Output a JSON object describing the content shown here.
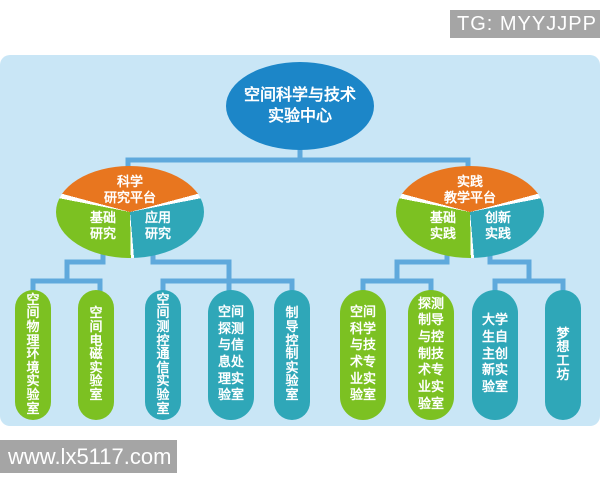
{
  "colors": {
    "background": "#c9e6f6",
    "root_blue": "#1c86c8",
    "segment_orange": "#e8761f",
    "segment_green": "#7cc122",
    "segment_teal": "#2fa7b8",
    "connector_blue": "#5fa9dc",
    "watermark_gray": "#a5a5a5"
  },
  "watermarks": {
    "top_right": "TG: MYYJJPP",
    "bottom_left": "www.lx5117.com"
  },
  "root_node": {
    "line1": "空间科学与技术",
    "line2": "实验中心"
  },
  "platforms": {
    "science": {
      "title1": "科学",
      "title2": "研究平台",
      "sub_left1": "基础",
      "sub_left2": "研究",
      "sub_right1": "应用",
      "sub_right2": "研究"
    },
    "practice": {
      "title1": "实践",
      "title2": "教学平台",
      "sub_left1": "基础",
      "sub_left2": "实践",
      "sub_right1": "创新",
      "sub_right2": "实践"
    }
  },
  "labs": [
    {
      "name": "空间物理环境实验室",
      "color": "green",
      "parent": "基础研究"
    },
    {
      "name": "空间电磁实验室",
      "color": "green",
      "parent": "基础研究"
    },
    {
      "name": "空间测控通信实验室",
      "color": "teal",
      "parent": "应用研究"
    },
    {
      "name": "空间探测与信息处理实验室",
      "color": "teal",
      "parent": "应用研究"
    },
    {
      "name": "制导控制实验室",
      "color": "teal",
      "parent": "应用研究"
    },
    {
      "name": "空间科学与技术专业实验室",
      "color": "green",
      "parent": "基础实践"
    },
    {
      "name": "探测制导与控制技术专业实验室",
      "color": "green",
      "parent": "基础实践"
    },
    {
      "name": "大学生自主创新实验室",
      "color": "teal",
      "parent": "创新实践"
    },
    {
      "name": "梦想工坊",
      "color": "teal",
      "parent": "创新实践"
    }
  ]
}
